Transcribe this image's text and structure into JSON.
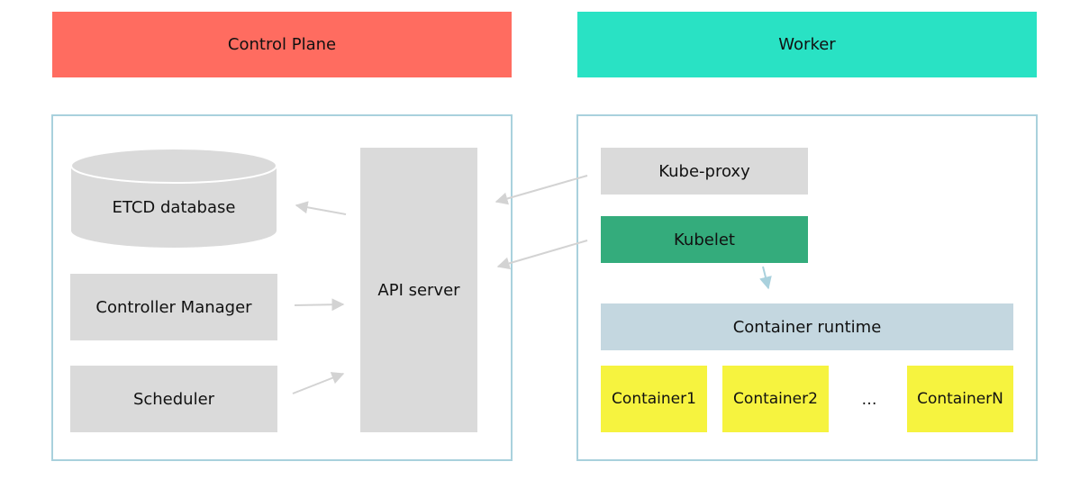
{
  "headers": {
    "control_plane": "Control Plane",
    "worker": "Worker"
  },
  "control_plane": {
    "etcd": "ETCD database",
    "controller_manager": "Controller Manager",
    "scheduler": "Scheduler",
    "api_server": "API server"
  },
  "worker": {
    "kube_proxy": "Kube-proxy",
    "kubelet": "Kubelet",
    "container_runtime": "Container runtime",
    "containers": [
      "Container1",
      "Container2",
      "ContainerN"
    ],
    "ellipsis": "…"
  },
  "colors": {
    "control_plane_header": "#ff6c60",
    "worker_header": "#29e2c4",
    "panel_border": "#a9d1dd",
    "component_gray": "#dadada",
    "kubelet": "#34ac7c",
    "container_runtime": "#c4d7e0",
    "container": "#f6f33f",
    "arrow_gray": "#d3d3d3",
    "arrow_blue": "#a9d1dd"
  }
}
